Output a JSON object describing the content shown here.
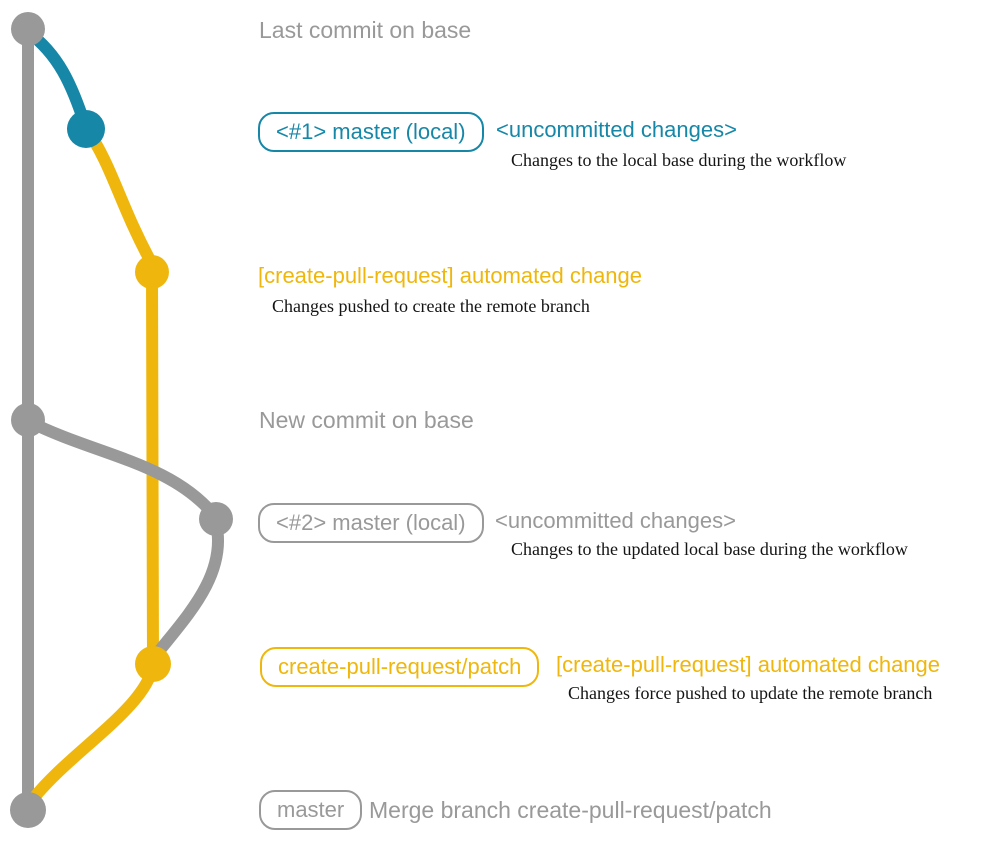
{
  "colors": {
    "gray": "#999999",
    "teal": "#1787A8",
    "yellow": "#EFB70D",
    "ink": "#141414",
    "background": "#FFFFFF"
  },
  "annotations": {
    "top": "Last commit on base",
    "middle": "New commit on base",
    "bottom": "Merge branch create-pull-request/patch"
  },
  "rows": [
    {
      "badge": "<#1> master (local)",
      "heading": "<uncommitted changes>",
      "detail": "Changes to the local base during the workflow"
    },
    {
      "heading": "[create-pull-request] automated change",
      "detail": "Changes pushed to create the remote branch"
    },
    {
      "badge": "<#2> master (local)",
      "heading": "<uncommitted changes>",
      "detail": "Changes to the updated local base during the workflow"
    },
    {
      "badge": "create-pull-request/patch",
      "heading": "[create-pull-request] automated change",
      "detail": "Changes force pushed to update the remote branch"
    },
    {
      "badge": "master"
    }
  ],
  "graph": {
    "line_width": 12,
    "commit_dots": [
      "last-commit-on-base",
      "uncommitted-local-1",
      "create-pull-request-push",
      "new-commit-on-base",
      "uncommitted-local-2",
      "create-pull-request-force-push",
      "merge-commit"
    ]
  }
}
